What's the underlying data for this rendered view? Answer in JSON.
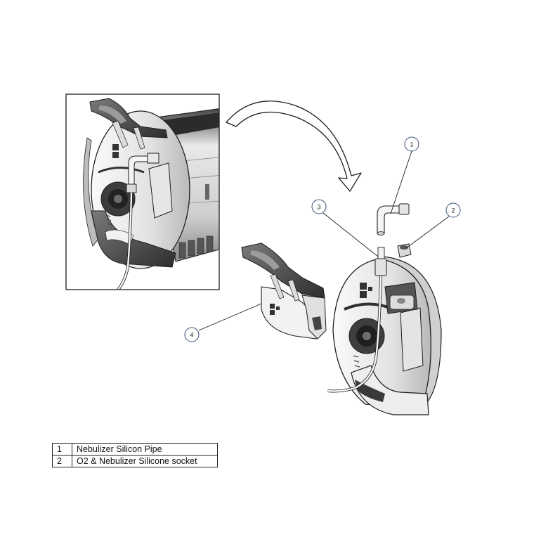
{
  "callouts": [
    {
      "number": "1"
    },
    {
      "number": "2"
    },
    {
      "number": "3"
    },
    {
      "number": "4"
    }
  ],
  "legend": [
    {
      "number": "1",
      "label": "Nebulizer Silicon Pipe"
    },
    {
      "number": "2",
      "label": "O2 & Nebulizer Silicone socket"
    }
  ],
  "colors": {
    "outline": "#1e1e1e",
    "body_light": "#f1f1f1",
    "body_mid": "#cfcfcf",
    "body_dark": "#4a4a4a",
    "callout_circle_stroke": "#3b4f7a"
  }
}
